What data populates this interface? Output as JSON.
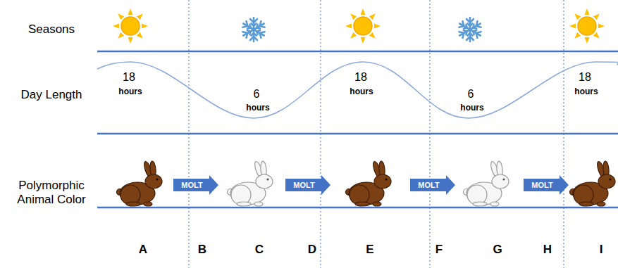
{
  "diagram": {
    "nodes": [
      {
        "text": [
          "MOLT"
        ]
      },
      {
        "text": [
          "MOLT"
        ]
      },
      {
        "text": [
          "MOLT"
        ]
      },
      {
        "text": [
          "MOLT"
        ]
      }
    ],
    "labels": [
      "Seasons",
      "Day Length",
      "Polymorphic Animal Color",
      "18",
      "hours",
      "6",
      "hours",
      "18",
      "hours",
      "6",
      "hours",
      "18",
      "hours",
      "A",
      "B",
      "C",
      "D",
      "E",
      "F",
      "G",
      "H",
      "I"
    ]
  }
}
